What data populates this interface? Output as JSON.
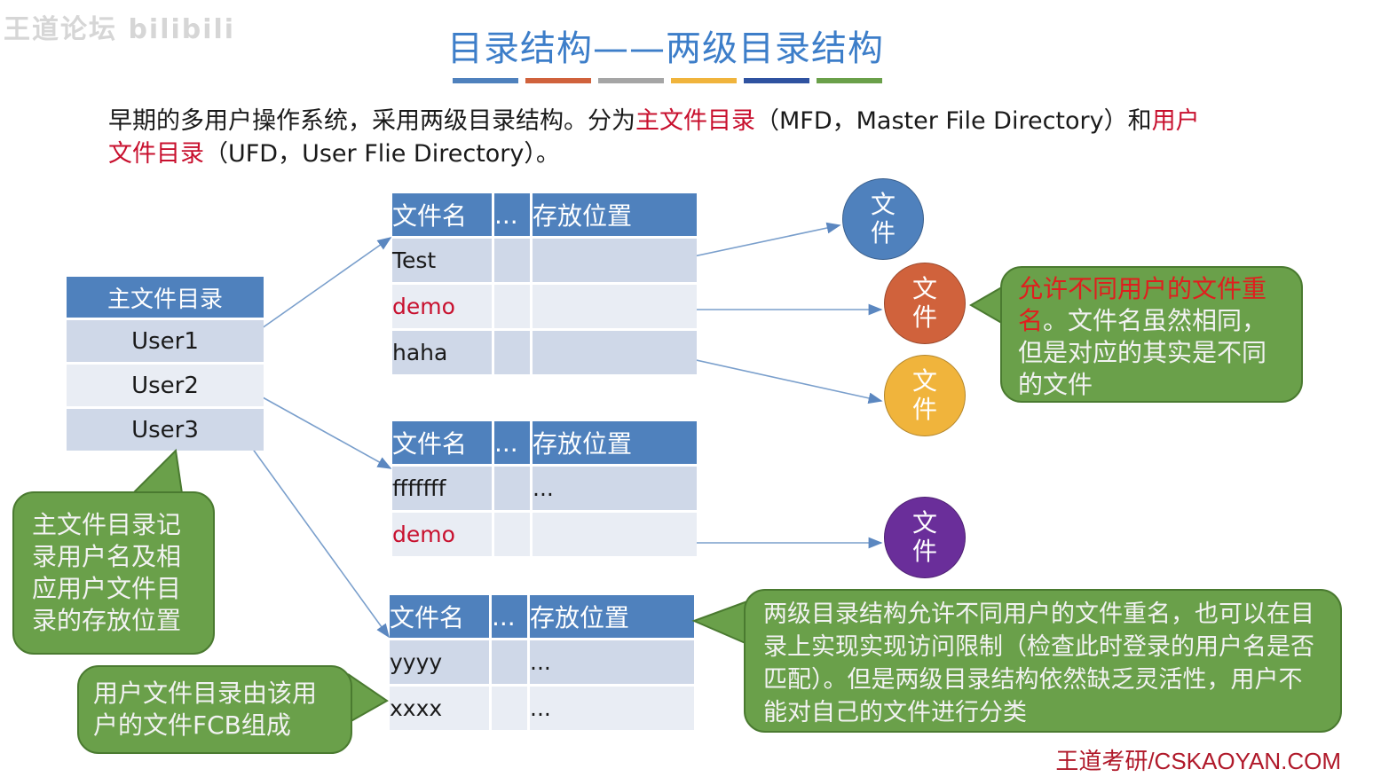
{
  "watermark": "王道论坛 bilibili",
  "title": "目录结构——两级目录结构",
  "title_bar_colors": [
    "#4f81bd",
    "#d0623c",
    "#a5a5a5",
    "#f0b43c",
    "#2f52a0",
    "#6aa04a"
  ],
  "intro": {
    "part1": "早期的多用户操作系统，采用两级目录结构。分为",
    "mfd_term": "主文件目录",
    "part2": "（MFD，Master File Directory）和",
    "ufd_term_1": "用户",
    "ufd_term_2": "文件目录",
    "part3": "（UFD，User Flie Directory）。"
  },
  "mfd": {
    "header": "主文件目录",
    "rows": [
      "User1",
      "User2",
      "User3"
    ]
  },
  "ufd_tables": [
    {
      "headers": [
        "文件名",
        "...",
        "存放位置"
      ],
      "rows": [
        [
          "Test",
          "",
          ""
        ],
        [
          "demo",
          "",
          ""
        ],
        [
          "haha",
          "",
          ""
        ]
      ]
    },
    {
      "headers": [
        "文件名",
        "...",
        "存放位置"
      ],
      "rows": [
        [
          "fffffff",
          "",
          "..."
        ],
        [
          "demo",
          "",
          ""
        ]
      ]
    },
    {
      "headers": [
        "文件名",
        "...",
        "存放位置"
      ],
      "rows": [
        [
          "yyyy",
          "",
          "..."
        ],
        [
          "xxxx",
          "",
          "..."
        ]
      ]
    }
  ],
  "file_circles": [
    {
      "label": "文\n件",
      "color": "#4f81bd"
    },
    {
      "label": "文\n件",
      "color": "#d0623c"
    },
    {
      "label": "文\n件",
      "color": "#f0b43c"
    },
    {
      "label": "文\n件",
      "color": "#6a2e9a"
    }
  ],
  "callouts": {
    "rename_red": "允许不同用户的文件重名",
    "rename_rest": "。文件名虽然相同，但是对应的其实是不同的文件",
    "mfd_note": "主文件目录记录用户名及相应用户文件目录的存放位置",
    "ufd_note": "用户文件目录由该用户的文件FCB组成",
    "summary": "两级目录结构允许不同用户的文件重名，也可以在目录上实现实现访问限制（检查此时登录的用户名是否匹配）。但是两级目录结构依然缺乏灵活性，用户不能对自己的文件进行分类"
  },
  "footer": "王道考研/CSKAOYAN.COM"
}
